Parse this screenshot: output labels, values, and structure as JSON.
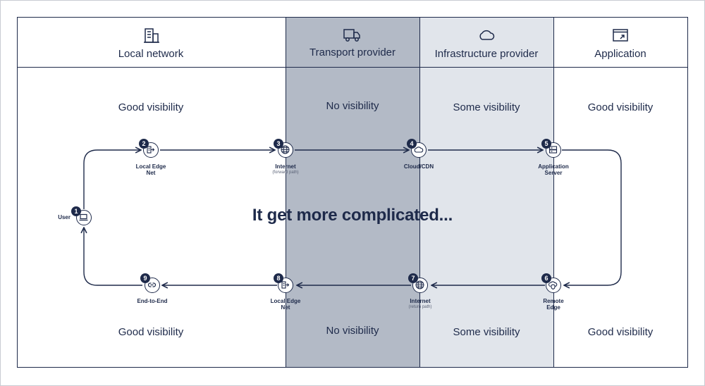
{
  "columns": [
    {
      "title": "Local network",
      "icon": "building-icon"
    },
    {
      "title": "Transport provider",
      "icon": "truck-icon"
    },
    {
      "title": "Infrastructure provider",
      "icon": "cloud-icon"
    },
    {
      "title": "Application",
      "icon": "app-window-icon"
    }
  ],
  "visibility_top": [
    "Good visibility",
    "No visibility",
    "Some visibility",
    "Good visibility"
  ],
  "visibility_bottom": [
    "Good visibility",
    "No visibility",
    "Some visibility",
    "Good visibility"
  ],
  "headline": "It get more complicated...",
  "nodes": [
    {
      "number": "1",
      "label": "User",
      "sub": "",
      "icon": "laptop-icon"
    },
    {
      "number": "2",
      "label_line1": "Local Edge",
      "label_line2": "Net",
      "sub": "",
      "icon": "building-network-icon"
    },
    {
      "number": "3",
      "label_line1": "Internet",
      "label_line2": "",
      "sub": "(forward path)",
      "icon": "globe-icon"
    },
    {
      "number": "4",
      "label_line1": "Cloud/CDN",
      "label_line2": "",
      "sub": "",
      "icon": "cloud-icon"
    },
    {
      "number": "5",
      "label_line1": "Application",
      "label_line2": "Server",
      "sub": "",
      "icon": "server-icon"
    },
    {
      "number": "6",
      "label_line1": "Remote",
      "label_line2": "Edge",
      "sub": "",
      "icon": "cloud-shield-icon"
    },
    {
      "number": "7",
      "label_line1": "Internet",
      "label_line2": "",
      "sub": "(return path)",
      "icon": "globe-icon"
    },
    {
      "number": "8",
      "label_line1": "Local Edge",
      "label_line2": "Net",
      "sub": "",
      "icon": "building-network-icon"
    },
    {
      "number": "9",
      "label_line1": "End-to-End",
      "label_line2": "",
      "sub": "",
      "icon": "link-icon"
    }
  ],
  "colors": {
    "ink": "#1e2a4a",
    "transport_band": "#b3bac6",
    "infra_band": "#e1e5eb"
  }
}
